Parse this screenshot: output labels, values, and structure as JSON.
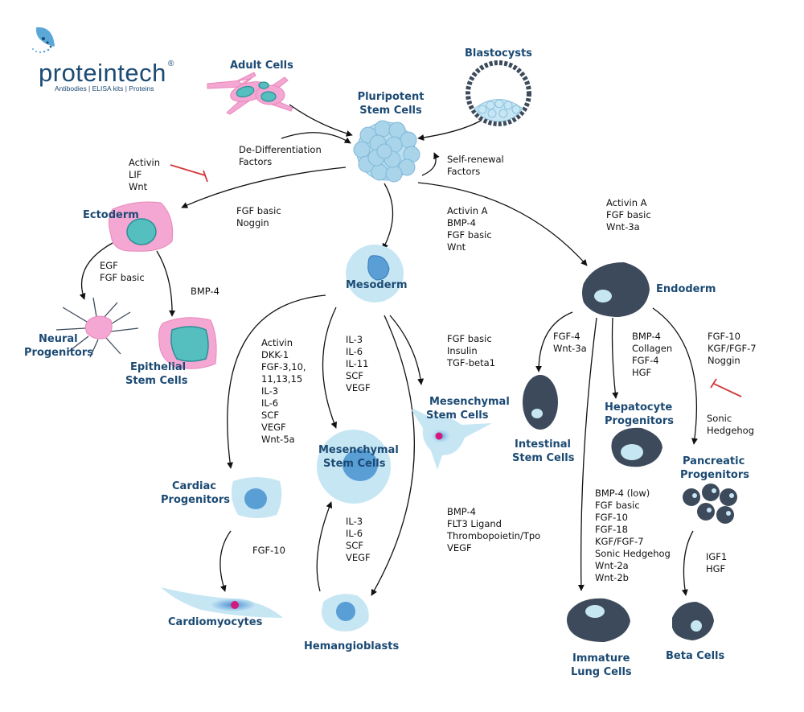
{
  "logo": {
    "name": "proteintech",
    "registered": "®",
    "tagline": "Antibodies  |  ELISA kits  |  Proteins"
  },
  "colors": {
    "label": "#1b4a73",
    "ectoderm_pink": "#f3a7d2",
    "teal": "#55bfc0",
    "light_blue": "#c6e6f4",
    "mid_blue": "#5a9ed6",
    "endoderm_dark": "#3c4a5b",
    "inhibit_red": "#d2373c",
    "nucleus_magenta": "#d3197c"
  },
  "labels": {
    "adult_cells": "Adult Cells",
    "blastocysts": "Blastocysts",
    "pluripotent": [
      "Pluripotent",
      "Stem Cells"
    ],
    "ectoderm": "Ectoderm",
    "mesoderm": "Mesoderm",
    "endoderm": "Endoderm",
    "neural": [
      "Neural",
      "Progenitors"
    ],
    "epithelial": [
      "Epithelial",
      "Stem Cells"
    ],
    "msc_center": [
      "Mesenchymal",
      "Stem Cells"
    ],
    "msc_right": [
      "Mesenchymal",
      "Stem Cells"
    ],
    "cardiac": [
      "Cardiac",
      "Progenitors"
    ],
    "cardiomyocytes": "Cardiomyocytes",
    "hemangioblasts": "Hemangioblasts",
    "intestinal": [
      "Intestinal",
      "Stem Cells"
    ],
    "hepatocyte": [
      "Hepatocyte",
      "Progenitors"
    ],
    "pancreatic": [
      "Pancreatic",
      "Progenitors"
    ],
    "lung": [
      "Immature",
      "Lung Cells"
    ],
    "beta": "Beta Cells"
  },
  "factors": {
    "dediff": [
      "De-Differentiation",
      "Factors"
    ],
    "selfrenewal": [
      "Self-renewal",
      "Factors"
    ],
    "activin_lif_wnt": [
      "Activin",
      "LIF",
      "Wnt"
    ],
    "fgf_noggin": [
      "FGF basic",
      "Noggin"
    ],
    "meso_induction": [
      "Activin A",
      "BMP-4",
      "FGF basic",
      "Wnt"
    ],
    "endo_induction": [
      "Activin A",
      "FGF basic",
      "Wnt-3a"
    ],
    "neural_factors": [
      "EGF",
      "FGF basic"
    ],
    "epithelial_factors": [
      "BMP-4"
    ],
    "cardiac_factors": [
      "Activin",
      "DKK-1",
      "FGF-3,10,",
      "11,13,15",
      "IL-3",
      "IL-6",
      "SCF",
      "VEGF",
      "Wnt-5a"
    ],
    "msc_center_factors": [
      "IL-3",
      "IL-6",
      "IL-11",
      "SCF",
      "VEGF"
    ],
    "msc_right_factors": [
      "FGF basic",
      "Insulin",
      "TGF-beta1"
    ],
    "heman_to_msc": [
      "IL-3",
      "IL-6",
      "SCF",
      "VEGF"
    ],
    "heman_factors": [
      "BMP-4",
      "FLT3 Ligand",
      "Thrombopoietin/Tpo",
      "VEGF"
    ],
    "cardio_factors": [
      "FGF-10"
    ],
    "intestinal_factors": [
      "FGF-4",
      "Wnt-3a"
    ],
    "hepatocyte_factors": [
      "BMP-4",
      "Collagen",
      "FGF-4",
      "HGF"
    ],
    "pancreatic_factors": [
      "FGF-10",
      "KGF/FGF-7",
      "Noggin"
    ],
    "sonic": [
      "Sonic",
      "Hedgehog"
    ],
    "lung_factors": [
      "BMP-4 (low)",
      "FGF basic",
      "FGF-10",
      "FGF-18",
      "KGF/FGF-7",
      "Sonic Hedgehog",
      "Wnt-2a",
      "Wnt-2b"
    ],
    "beta_factors": [
      "IGF1",
      "HGF"
    ]
  }
}
